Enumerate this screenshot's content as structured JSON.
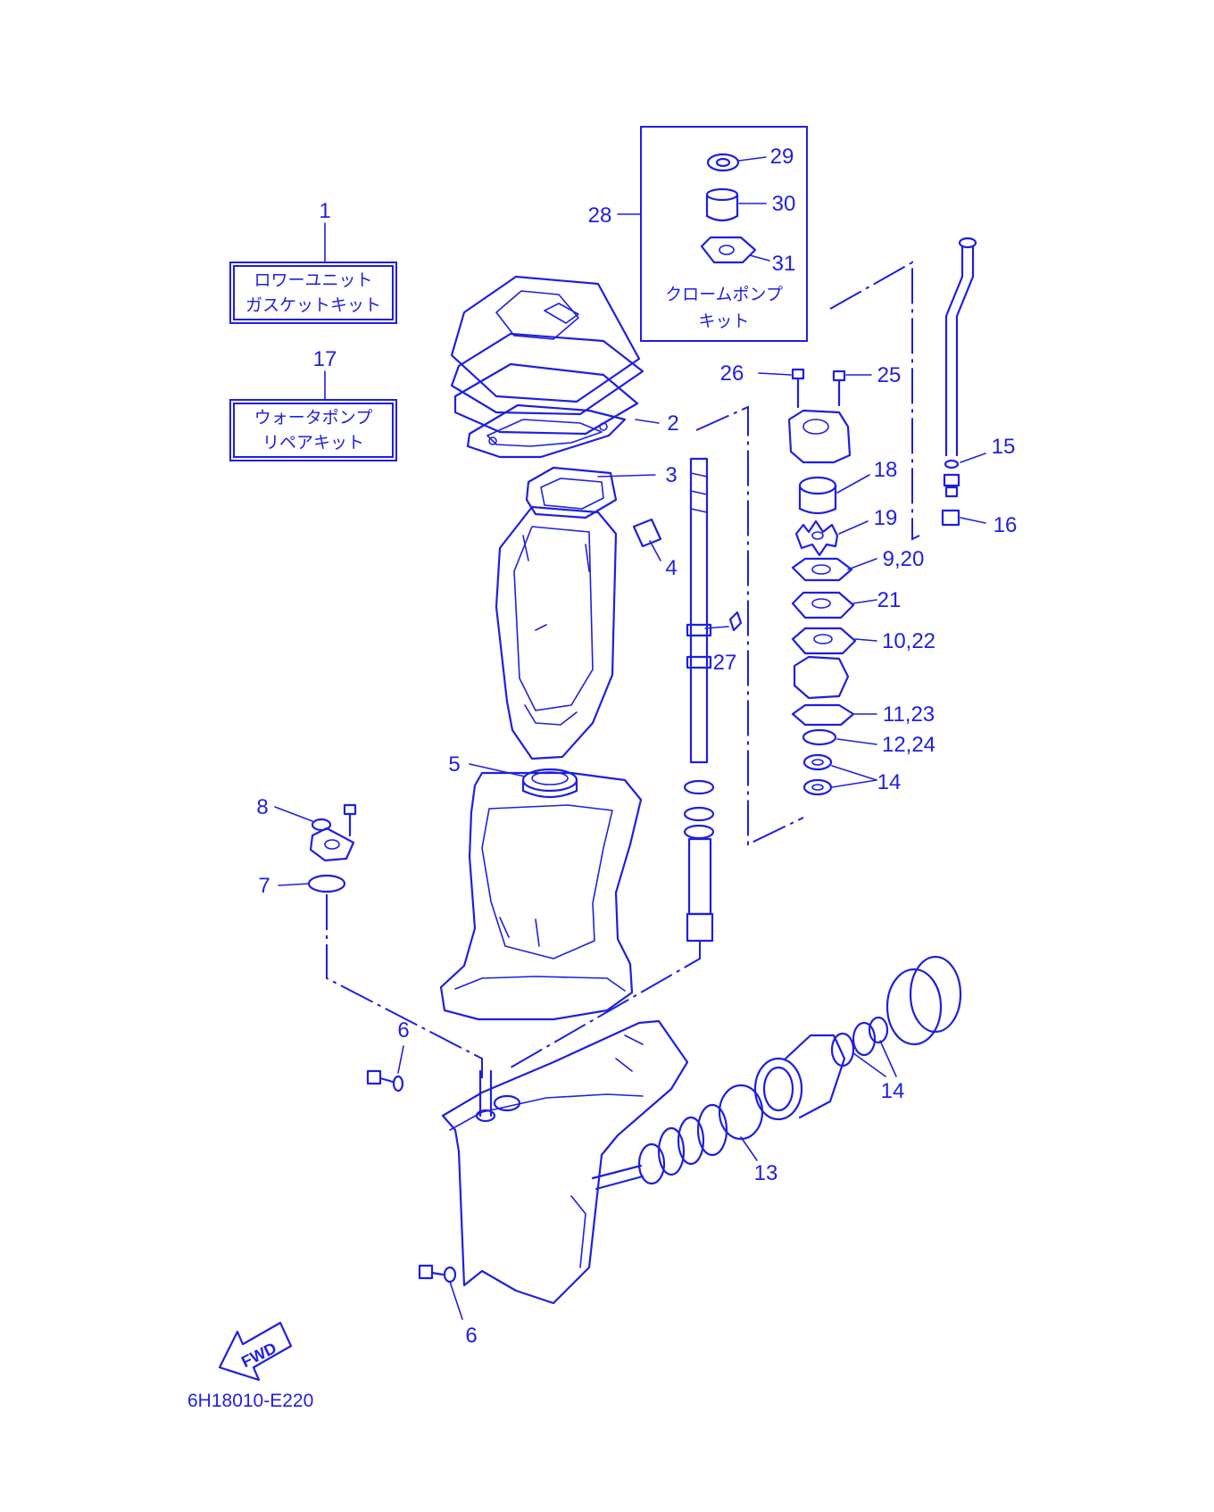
{
  "diagram_code": "6H18010-E220",
  "fwd_label": "FWD",
  "kits": [
    {
      "ref": "1",
      "line1": "ロワーユニット",
      "line2": "ガスケットキット"
    },
    {
      "ref": "17",
      "line1": "ウォータポンプ",
      "line2": "リペアキット"
    },
    {
      "ref": "28",
      "line1": "クロームポンプ",
      "line2": "キット"
    }
  ],
  "callouts": {
    "c1": "1",
    "c2": "2",
    "c3": "3",
    "c4": "4",
    "c5": "5",
    "c6a": "6",
    "c6b": "6",
    "c7": "7",
    "c8": "8",
    "c13": "13",
    "c14a": "14",
    "c14b": "14",
    "c15": "15",
    "c16": "16",
    "c17": "17",
    "c18": "18",
    "c19": "19",
    "c920": "9,20",
    "c21": "21",
    "c1022": "10,22",
    "c1123": "11,23",
    "c1224": "12,24",
    "c25": "25",
    "c26": "26",
    "c27": "27",
    "c28": "28",
    "c29": "29",
    "c30": "30",
    "c31": "31"
  }
}
